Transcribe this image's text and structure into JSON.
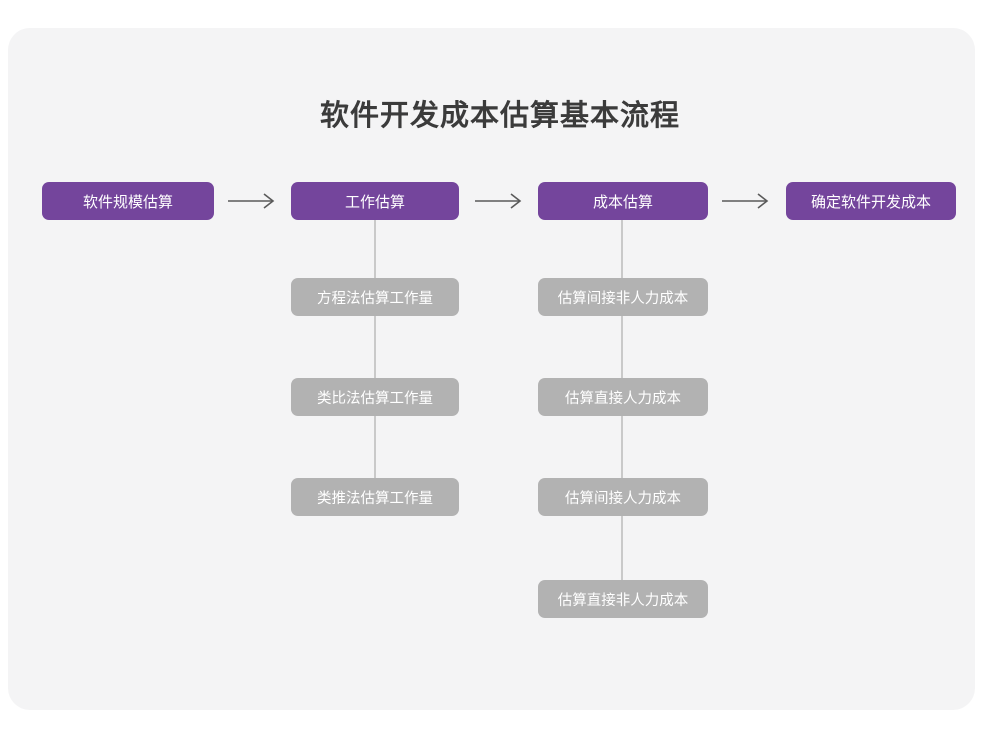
{
  "title": "软件开发成本估算基本流程",
  "theme": {
    "page_background": "#ffffff",
    "card_background": "#f4f4f5",
    "primary_node_color": "#74459c",
    "secondary_node_color": "#b2b2b2",
    "node_text_color": "#ffffff",
    "connector_color": "#c9c9c9",
    "arrow_color": "#5a5a5a",
    "title_color": "#3b3b3b"
  },
  "chart_data": {
    "type": "diagram",
    "subtype": "flowchart",
    "title": "软件开发成本估算基本流程",
    "orientation": "left-to-right with vertical sub-branches",
    "main_flow": [
      {
        "id": "step1",
        "label": "软件规模估算",
        "style": "primary",
        "has_children": false
      },
      {
        "id": "step2",
        "label": "工作估算",
        "style": "primary",
        "has_children": true
      },
      {
        "id": "step3",
        "label": "成本估算",
        "style": "primary",
        "has_children": true
      },
      {
        "id": "step4",
        "label": "确定软件开发成本",
        "style": "primary",
        "has_children": false
      }
    ],
    "arrows": [
      {
        "from": "step1",
        "to": "step2",
        "glyph": "arrow-right"
      },
      {
        "from": "step2",
        "to": "step3",
        "glyph": "arrow-right"
      },
      {
        "from": "step3",
        "to": "step4",
        "glyph": "arrow-right"
      }
    ],
    "branches": [
      {
        "parent": "step2",
        "parent_label": "工作估算",
        "children": [
          "方程法估算工作量",
          "类比法估算工作量",
          "类推法估算工作量"
        ]
      },
      {
        "parent": "step3",
        "parent_label": "成本估算",
        "children": [
          "估算间接非人力成本",
          "估算直接人力成本",
          "估算间接人力成本",
          "估算直接非人力成本"
        ]
      }
    ]
  },
  "nodes": {
    "main": {
      "n1": "软件规模估算",
      "n2": "工作估算",
      "n3": "成本估算",
      "n4": "确定软件开发成本"
    },
    "work_branch": {
      "w1": "方程法估算工作量",
      "w2": "类比法估算工作量",
      "w3": "类推法估算工作量"
    },
    "cost_branch": {
      "c1": "估算间接非人力成本",
      "c2": "估算直接人力成本",
      "c3": "估算间接人力成本",
      "c4": "估算直接非人力成本"
    }
  }
}
